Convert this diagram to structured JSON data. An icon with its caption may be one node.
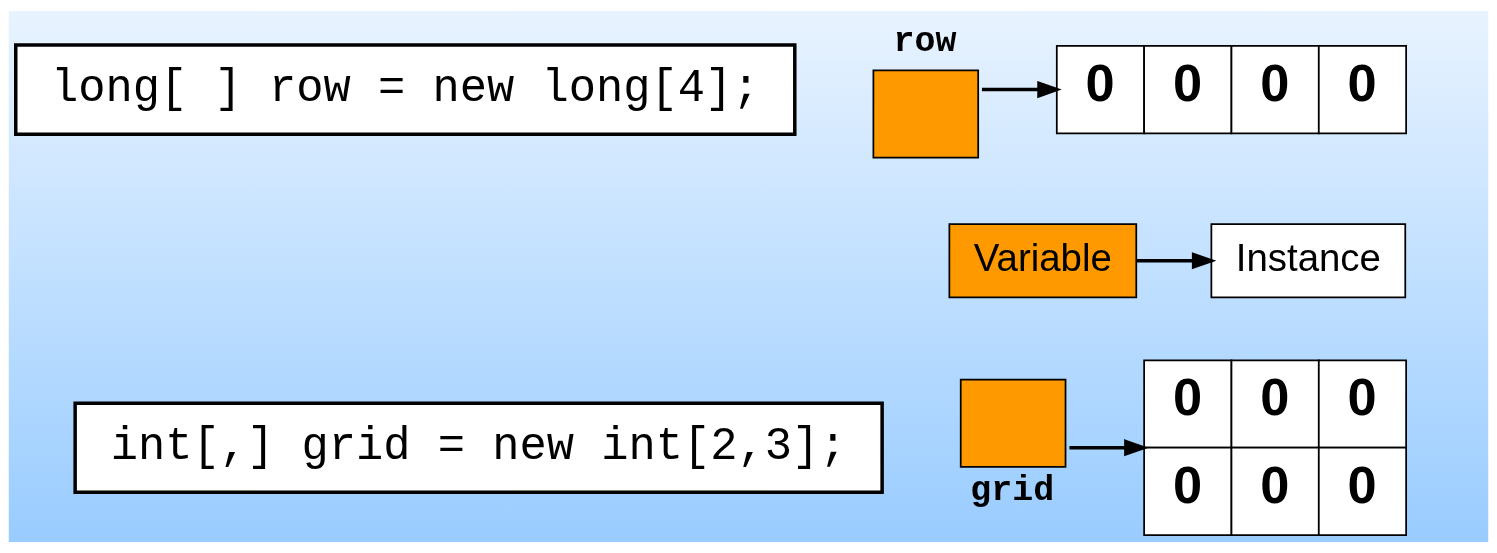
{
  "diagram": {
    "nodes": [
      {
        "text": [
          "long[ ] row = new long[4];"
        ]
      },
      {
        "text": [],
        "shape": "box",
        "beside": [
          "row"
        ]
      },
      {
        "text": [
          "0",
          "0",
          "0",
          "0"
        ]
      },
      {
        "text": [
          "Variable"
        ]
      },
      {
        "text": [
          "Instance"
        ]
      },
      {
        "text": [
          "int[,] grid = new int[2,3];"
        ]
      },
      {
        "text": [],
        "shape": "box",
        "beside": [
          "grid"
        ]
      },
      {
        "text": [
          "0",
          "0",
          "0",
          "0",
          "0",
          "0"
        ]
      }
    ],
    "edges": [
      {
        "from": 1,
        "to": 2,
        "arrow": "to"
      },
      {
        "from": 3,
        "to": 4,
        "arrow": "to"
      },
      {
        "from": 6,
        "to": 7,
        "arrow": "to"
      }
    ]
  }
}
